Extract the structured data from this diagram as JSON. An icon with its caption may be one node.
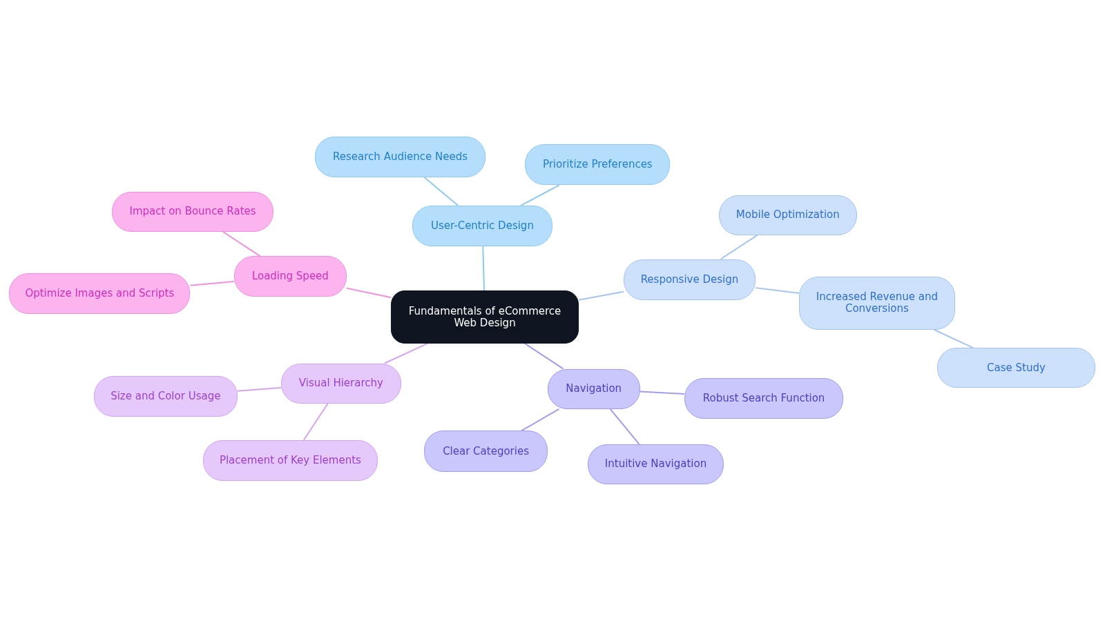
{
  "diagram": {
    "nodes": [
      {
        "text": [
          "Fundamentals of eCommerce Web Design"
        ]
      },
      {
        "text": [
          "User-Centric Design"
        ]
      },
      {
        "text": [
          "Research Audience Needs"
        ]
      },
      {
        "text": [
          "Prioritize Preferences"
        ]
      },
      {
        "text": [
          "Responsive Design"
        ]
      },
      {
        "text": [
          "Mobile Optimization"
        ]
      },
      {
        "text": [
          "Increased Revenue and Conversions"
        ]
      },
      {
        "text": [
          "Case Study"
        ]
      },
      {
        "text": [
          "Navigation"
        ]
      },
      {
        "text": [
          "Robust Search Function"
        ]
      },
      {
        "text": [
          "Clear Categories"
        ]
      },
      {
        "text": [
          "Intuitive Navigation"
        ]
      },
      {
        "text": [
          "Visual Hierarchy"
        ]
      },
      {
        "text": [
          "Size and Color Usage"
        ]
      },
      {
        "text": [
          "Placement of Key Elements"
        ]
      },
      {
        "text": [
          "Loading Speed"
        ]
      },
      {
        "text": [
          "Impact on Bounce Rates"
        ]
      },
      {
        "text": [
          "Optimize Images and Scripts"
        ]
      }
    ],
    "edges": [
      {
        "from": 0,
        "to": 1,
        "arrow": "none",
        "color": "#8ccaf2"
      },
      {
        "from": 1,
        "to": 2,
        "arrow": "none",
        "color": "#8ccaf2"
      },
      {
        "from": 1,
        "to": 3,
        "arrow": "none",
        "color": "#8ccaf2"
      },
      {
        "from": 0,
        "to": 4,
        "arrow": "none",
        "color": "#a3c3f3"
      },
      {
        "from": 4,
        "to": 5,
        "arrow": "none",
        "color": "#a3c3f3"
      },
      {
        "from": 4,
        "to": 6,
        "arrow": "none",
        "color": "#a3c3f3"
      },
      {
        "from": 6,
        "to": 7,
        "arrow": "none",
        "color": "#a3c3f3"
      },
      {
        "from": 0,
        "to": 8,
        "arrow": "none",
        "color": "#a09cf0"
      },
      {
        "from": 8,
        "to": 9,
        "arrow": "none",
        "color": "#a09cf0"
      },
      {
        "from": 8,
        "to": 10,
        "arrow": "none",
        "color": "#a09cf0"
      },
      {
        "from": 8,
        "to": 11,
        "arrow": "none",
        "color": "#a09cf0"
      },
      {
        "from": 0,
        "to": 12,
        "arrow": "none",
        "color": "#d5a3f2"
      },
      {
        "from": 12,
        "to": 13,
        "arrow": "none",
        "color": "#d5a3f2"
      },
      {
        "from": 12,
        "to": 14,
        "arrow": "none",
        "color": "#d5a3f2"
      },
      {
        "from": 0,
        "to": 15,
        "arrow": "none",
        "color": "#f28fdc"
      },
      {
        "from": 15,
        "to": 16,
        "arrow": "none",
        "color": "#f28fdc"
      },
      {
        "from": 15,
        "to": 17,
        "arrow": "none",
        "color": "#f28fdc"
      }
    ]
  }
}
